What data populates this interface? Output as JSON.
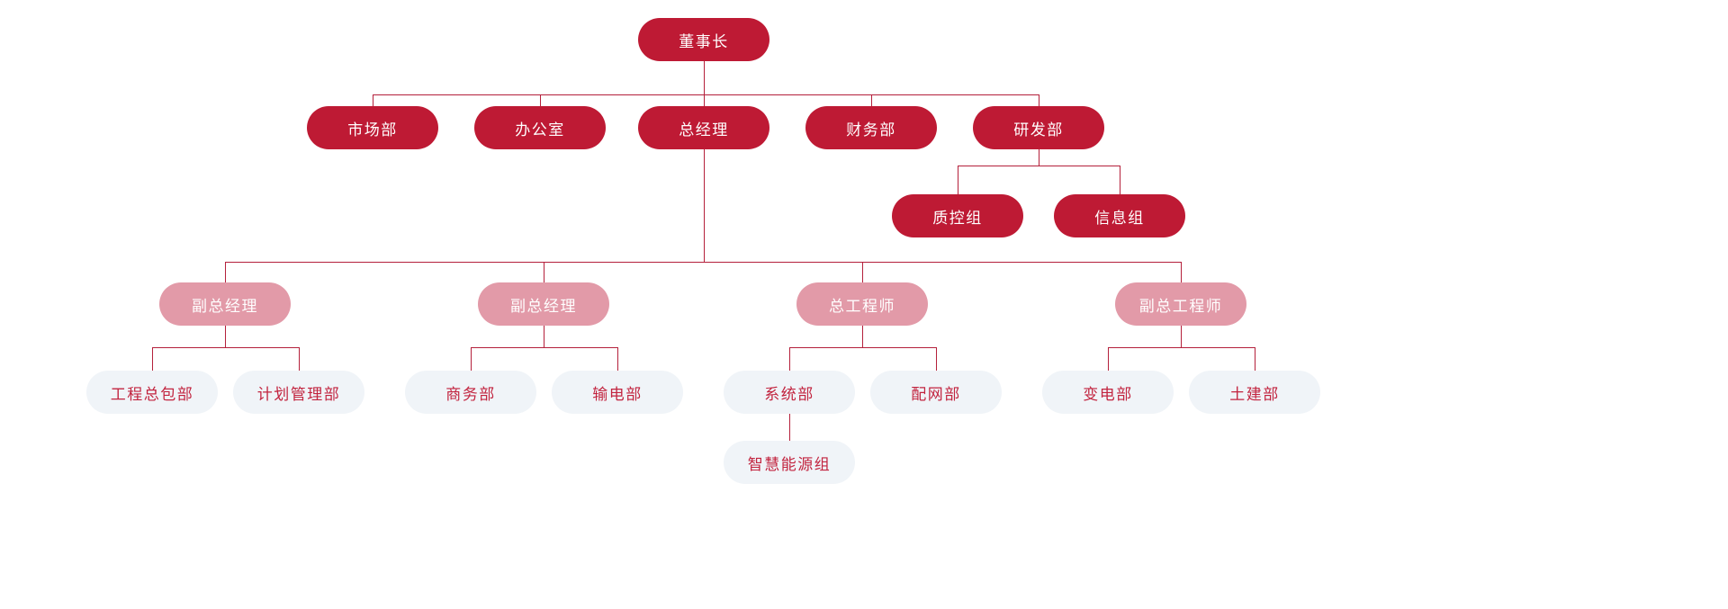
{
  "chart_title": "",
  "colors": {
    "level1": "#be1a34",
    "level2": "#be1a34",
    "level3": "#e29aa8",
    "level4": "#f0f4f8",
    "level4_text": "#c2243f",
    "connector": "#b4203b",
    "background": "#ffffff"
  },
  "nodes": {
    "chairman": "董事长",
    "marketing": "市场部",
    "office": "办公室",
    "general_manager": "总经理",
    "finance": "财务部",
    "rnd": "研发部",
    "quality_control": "质控组",
    "information": "信息组",
    "deputy_gm_1": "副总经理",
    "deputy_gm_2": "副总经理",
    "chief_engineer": "总工程师",
    "deputy_chief_engineer": "副总工程师",
    "epc": "工程总包部",
    "planning": "计划管理部",
    "business": "商务部",
    "transmission": "输电部",
    "system": "系统部",
    "distribution": "配网部",
    "substation": "变电部",
    "civil": "土建部",
    "smart_energy": "智慧能源组"
  },
  "hierarchy": {
    "root": "董事长",
    "children": [
      {
        "label": "市场部",
        "level": 2,
        "children": []
      },
      {
        "label": "办公室",
        "level": 2,
        "children": []
      },
      {
        "label": "总经理",
        "level": 2,
        "children": [
          {
            "label": "副总经理",
            "level": 3,
            "children": [
              {
                "label": "工程总包部",
                "level": 4,
                "children": []
              },
              {
                "label": "计划管理部",
                "level": 4,
                "children": []
              }
            ]
          },
          {
            "label": "副总经理",
            "level": 3,
            "children": [
              {
                "label": "商务部",
                "level": 4,
                "children": []
              },
              {
                "label": "输电部",
                "level": 4,
                "children": []
              }
            ]
          },
          {
            "label": "总工程师",
            "level": 3,
            "children": [
              {
                "label": "系统部",
                "level": 4,
                "children": [
                  {
                    "label": "智慧能源组",
                    "level": 4,
                    "children": []
                  }
                ]
              },
              {
                "label": "配网部",
                "level": 4,
                "children": []
              }
            ]
          },
          {
            "label": "副总工程师",
            "level": 3,
            "children": [
              {
                "label": "变电部",
                "level": 4,
                "children": []
              },
              {
                "label": "土建部",
                "level": 4,
                "children": []
              }
            ]
          }
        ]
      },
      {
        "label": "财务部",
        "level": 2,
        "children": []
      },
      {
        "label": "研发部",
        "level": 2,
        "children": [
          {
            "label": "质控组",
            "level": 3,
            "children": []
          },
          {
            "label": "信息组",
            "level": 3,
            "children": []
          }
        ]
      }
    ]
  }
}
